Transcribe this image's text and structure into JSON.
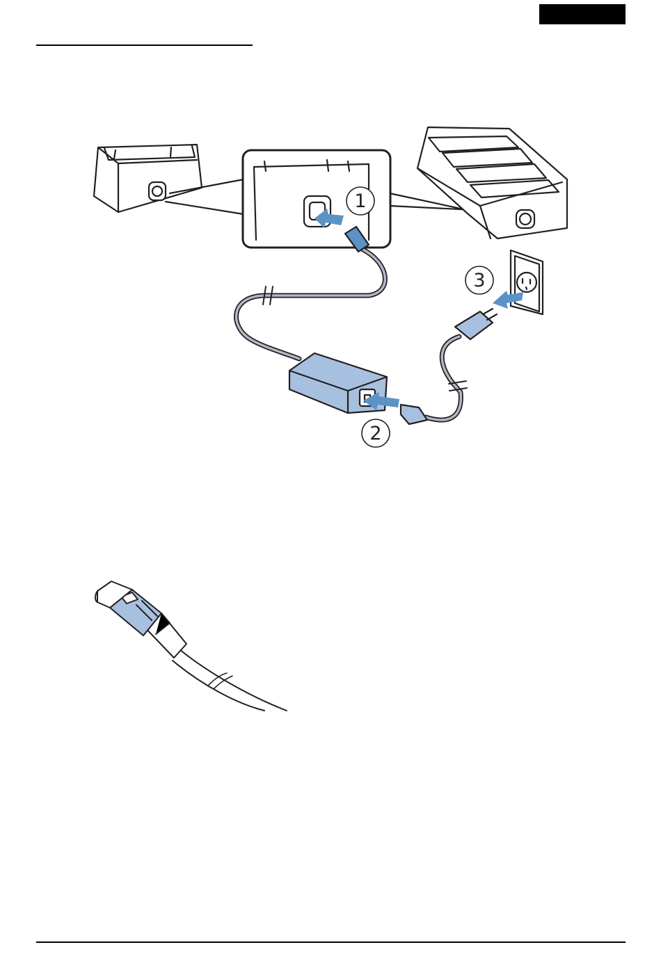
{
  "header": {
    "tab_color": "#000000"
  },
  "colors": {
    "accent_blue": "#5b93c7",
    "part_blue": "#a8c0e0",
    "outline": "#231f20"
  },
  "figure1": {
    "steps": [
      {
        "label": "1"
      },
      {
        "label": "2"
      },
      {
        "label": "3"
      }
    ]
  },
  "figure2": {
    "icon": "dc-plug-connector"
  }
}
